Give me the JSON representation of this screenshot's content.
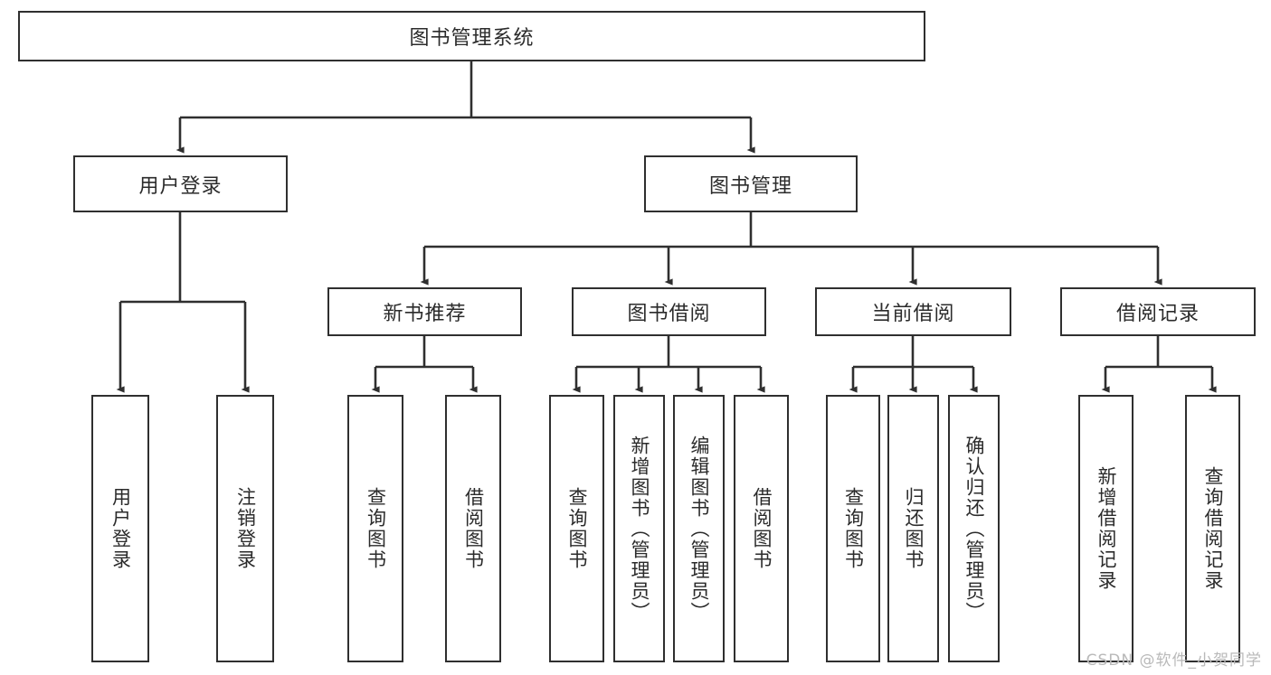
{
  "diagram": {
    "type": "tree-hierarchy",
    "title": "图书管理系统",
    "root": {
      "label": "图书管理系统"
    },
    "level2": [
      {
        "label": "用户登录"
      },
      {
        "label": "图书管理"
      }
    ],
    "level3": [
      {
        "label": "新书推荐"
      },
      {
        "label": "图书借阅"
      },
      {
        "label": "当前借阅"
      },
      {
        "label": "借阅记录"
      }
    ],
    "leaves": {
      "user_login": [
        {
          "label": "用户登录"
        },
        {
          "label": "注销登录"
        }
      ],
      "new_book_recommend": [
        {
          "label": "查询图书"
        },
        {
          "label": "借阅图书"
        }
      ],
      "book_borrow": [
        {
          "label": "查询图书"
        },
        {
          "label": "新增图书（管理员）"
        },
        {
          "label": "编辑图书（管理员）"
        },
        {
          "label": "借阅图书"
        }
      ],
      "current_borrow": [
        {
          "label": "查询图书"
        },
        {
          "label": "归还图书"
        },
        {
          "label": "确认归还（管理员）"
        }
      ],
      "borrow_record": [
        {
          "label": "新增借阅记录"
        },
        {
          "label": "查询借阅记录"
        }
      ]
    }
  },
  "watermark": {
    "text": "CSDN @软件_小贺同学"
  },
  "colors": {
    "stroke": "#2f2f2f",
    "fill": "#ffffff",
    "text": "#2b2b2b",
    "watermark": "#b9b9b9"
  }
}
